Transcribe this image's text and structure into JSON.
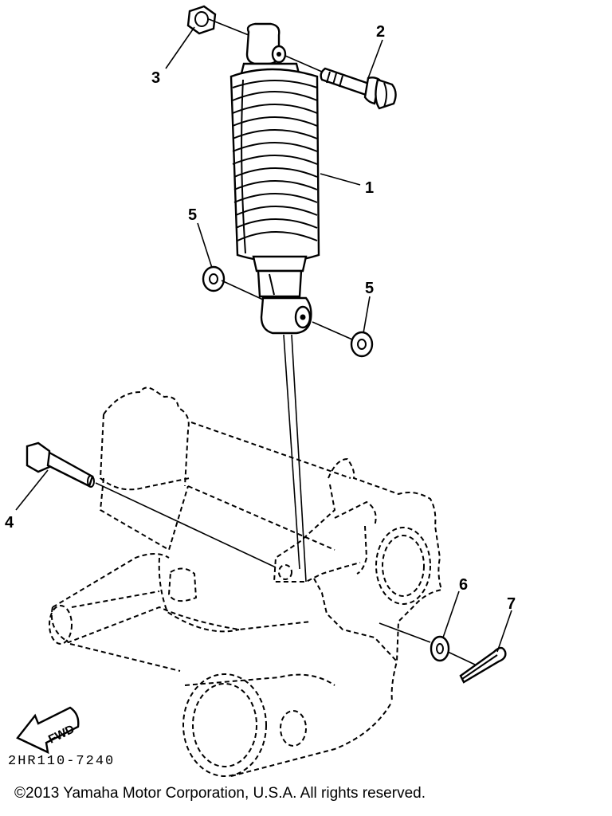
{
  "callouts": {
    "c1": "1",
    "c2": "2",
    "c3": "3",
    "c4": "4",
    "c5a": "5",
    "c5b": "5",
    "c6": "6",
    "c7": "7"
  },
  "fwd_label": "FWD",
  "drawing_code": "2HR110-7240",
  "copyright": "©2013 Yamaha Motor Corporation, U.S.A. All rights reserved."
}
